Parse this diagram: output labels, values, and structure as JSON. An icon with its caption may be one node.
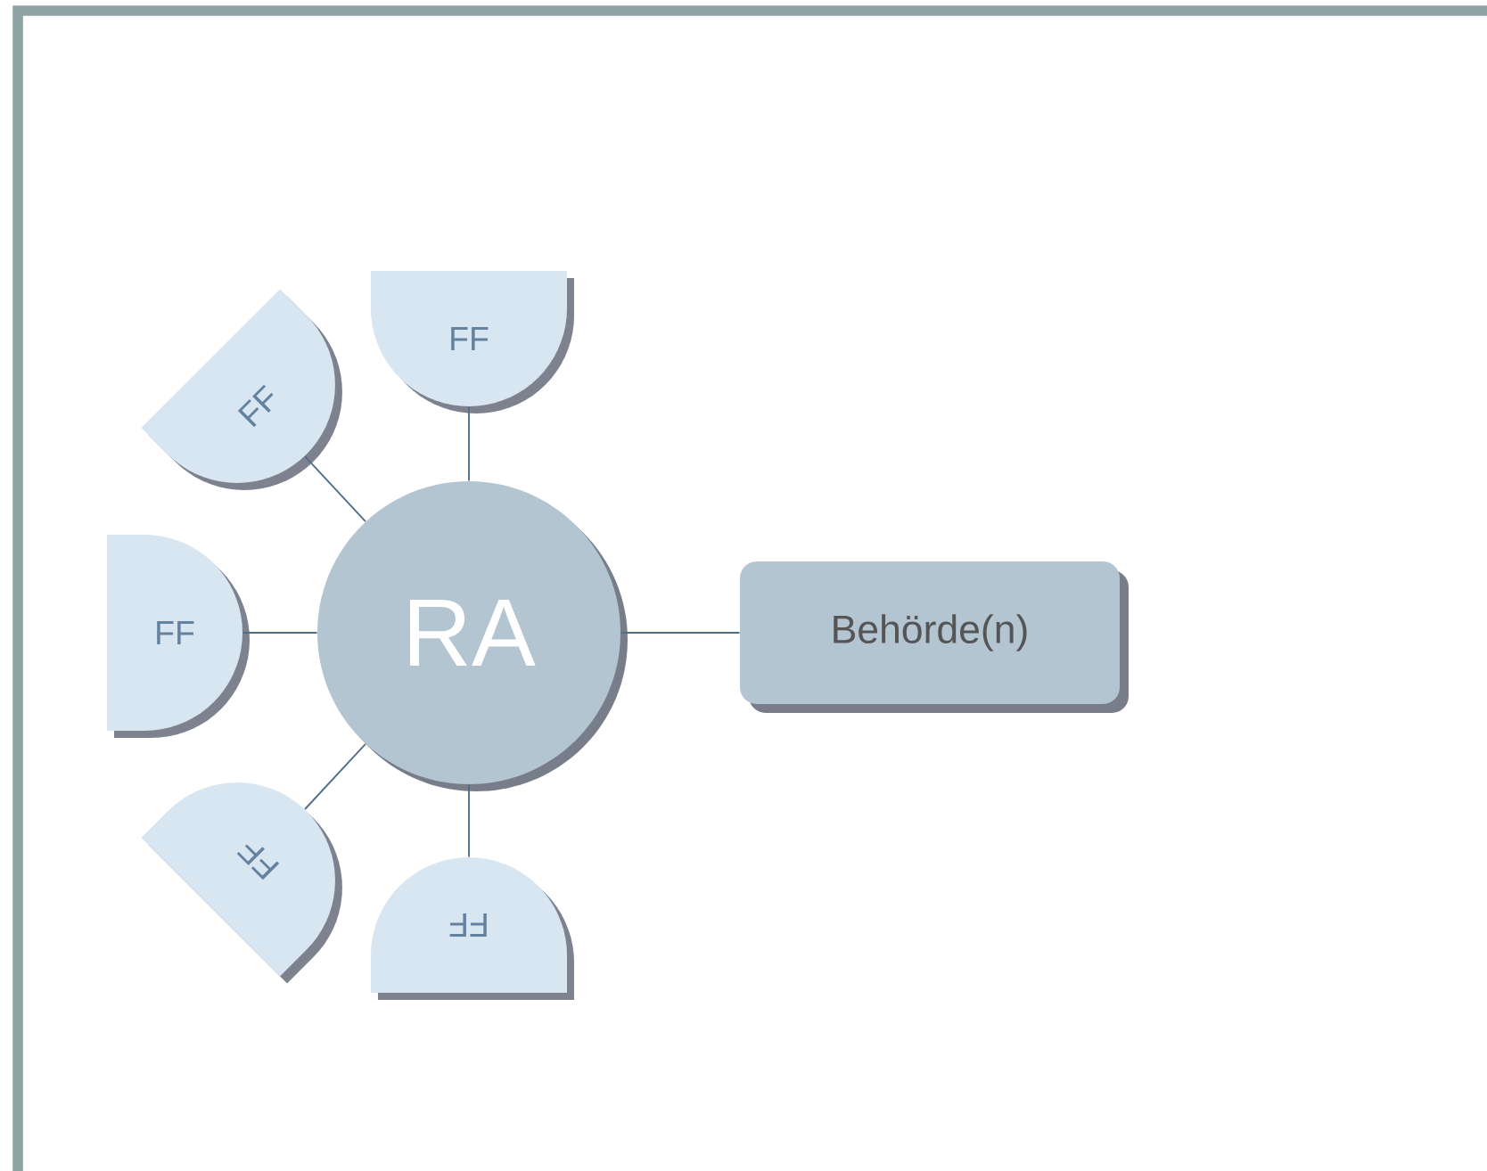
{
  "diagram": {
    "nodes": [
      {
        "text": [
          "RA"
        ]
      },
      {
        "text": [
          "Behörde(n)"
        ]
      },
      {
        "text": [
          "FF"
        ]
      },
      {
        "text": [
          "FF"
        ]
      },
      {
        "text": [
          "FF"
        ]
      },
      {
        "text": [
          "FF"
        ]
      },
      {
        "text": [
          "FF"
        ]
      }
    ],
    "edges": [
      {
        "from": 0,
        "to": 1,
        "arrow": "none"
      },
      {
        "from": 0,
        "to": 2,
        "arrow": "none"
      },
      {
        "from": 0,
        "to": 3,
        "arrow": "none"
      },
      {
        "from": 0,
        "to": 4,
        "arrow": "none"
      },
      {
        "from": 0,
        "to": 5,
        "arrow": "none"
      },
      {
        "from": 0,
        "to": 6,
        "arrow": "none"
      }
    ]
  }
}
